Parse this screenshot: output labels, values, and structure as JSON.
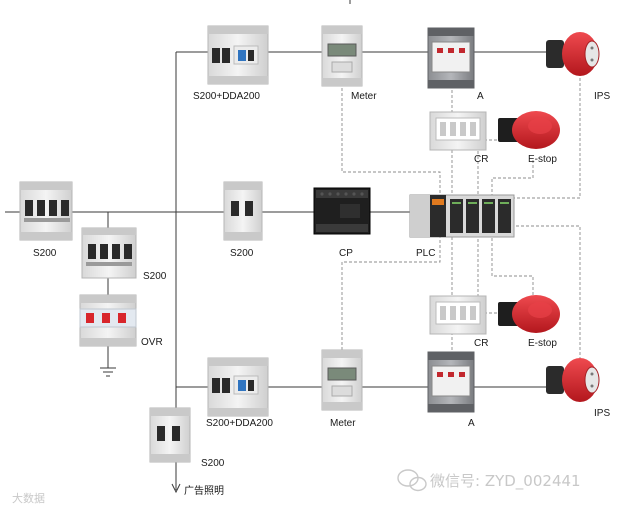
{
  "labels": {
    "s200_main": "S200",
    "s200_ovr": "S200",
    "ovr": "OVR",
    "s200_center": "S200",
    "cp": "CP",
    "plc": "PLC",
    "s200dda_top": "S200+DDA200",
    "meter_top": "Meter",
    "a_top": "A",
    "ips_top": "IPS",
    "cr_top": "CR",
    "estop_top": "E-stop",
    "cr_bottom": "CR",
    "estop_bottom": "E-stop",
    "s200dda_bottom": "S200+DDA200",
    "meter_bottom": "Meter",
    "a_bottom": "A",
    "ips_bottom": "IPS",
    "s200_ad": "S200",
    "ad_lighting": "广告照明"
  },
  "watermarks": {
    "wechat": "微信号: ZYD_002441",
    "bottom_left": "大数据"
  },
  "colors": {
    "line": "#3a3a3a",
    "dashed": "#8c8c8c",
    "device_body": "#e8e8e8",
    "ips_red": "#d8262c",
    "estop_red": "#c8202a",
    "plc_dark": "#2b2b2b",
    "plc_orange": "#e07a1f",
    "dda_blue": "#2f74c0",
    "contactor_grey": "#6f7175"
  }
}
